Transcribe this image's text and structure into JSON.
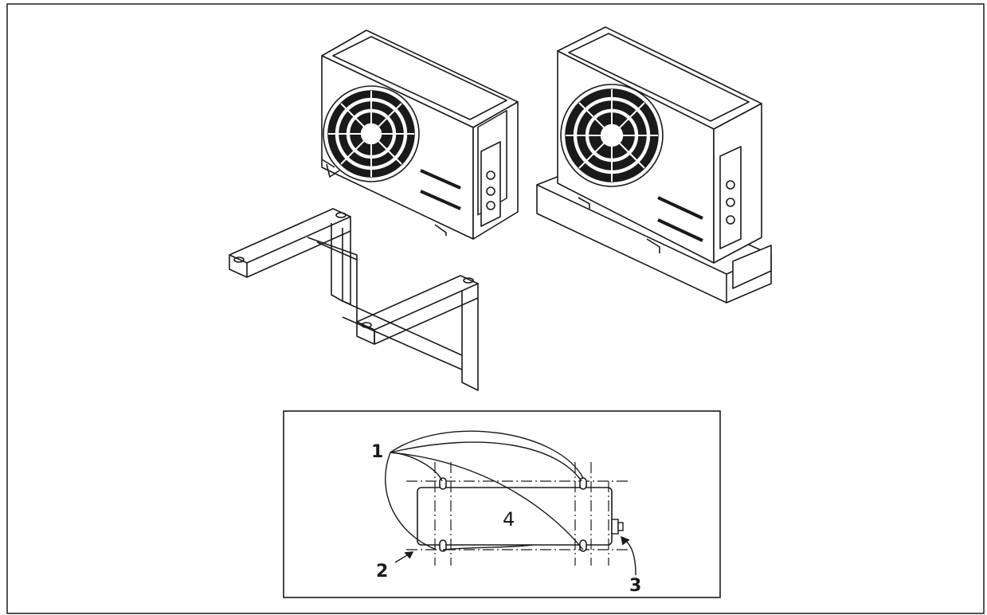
{
  "figure": {
    "description_labels": {
      "callout_1": "1",
      "callout_2": "2",
      "callout_3": "3",
      "callout_4": "4"
    }
  },
  "colors": {
    "line": "#1a1a1a",
    "background": "#ffffff"
  }
}
